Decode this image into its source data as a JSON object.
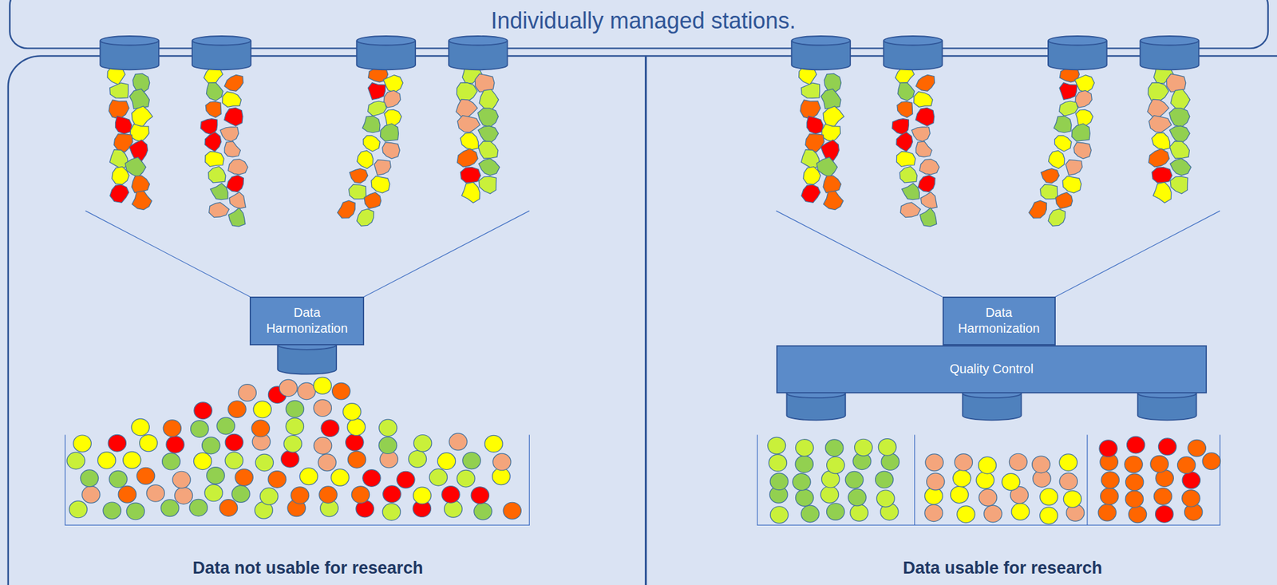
{
  "diagram": {
    "title": "Individually managed stations.",
    "nodes": [
      {
        "text": [
          "Data Harmonization"
        ]
      },
      {
        "text": [
          "Data Harmonization"
        ]
      },
      {
        "text": [
          "Quality Control"
        ]
      }
    ],
    "labels": [
      "Data not usable for research",
      "Data usable for research"
    ]
  }
}
